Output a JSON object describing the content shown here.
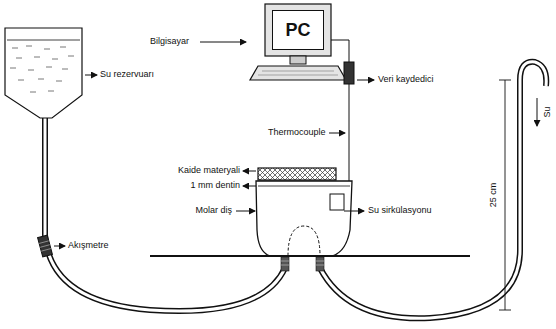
{
  "diagram": {
    "nodes": [
      {
        "text": [
          "PC"
        ]
      }
    ],
    "labels": [
      "Bilgisayar",
      "Veri kaydedici",
      "Su rezervuarı",
      "Thermocouple",
      "Kaide materyali",
      "1 mm dentin",
      "Molar diş",
      "Su sirkülasyonu",
      "Akışmetre",
      "25 cm",
      "Su"
    ]
  }
}
